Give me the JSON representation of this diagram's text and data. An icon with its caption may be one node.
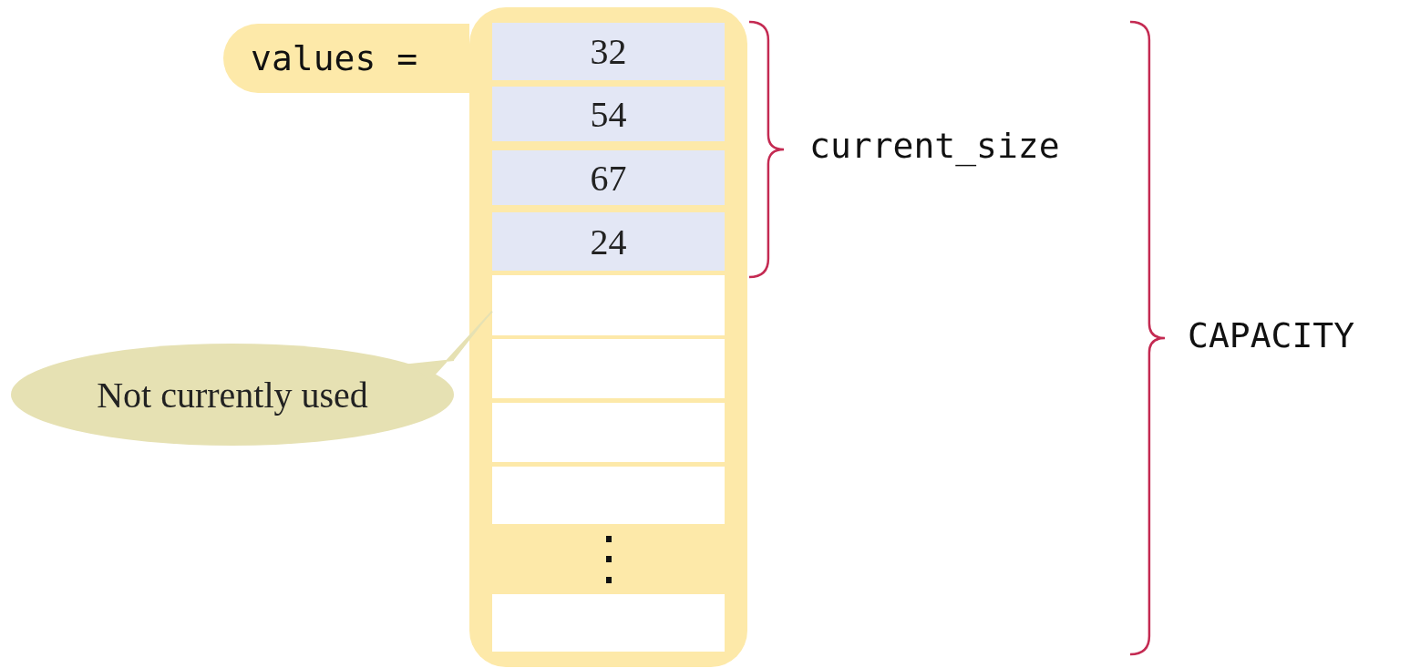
{
  "diagram": {
    "nodes": [
      {
        "text": [
          "values ="
        ]
      },
      {
        "text": [],
        "shape": "box"
      },
      {
        "text": [
          "32"
        ],
        "in": 1
      },
      {
        "text": [
          "54"
        ],
        "in": 1
      },
      {
        "text": [
          "67"
        ],
        "in": 1
      },
      {
        "text": [
          "24"
        ],
        "in": 1
      },
      {
        "text": [],
        "shape": "box",
        "in": 1
      },
      {
        "text": [],
        "shape": "box",
        "in": 1
      },
      {
        "text": [],
        "shape": "box",
        "in": 1
      },
      {
        "text": [],
        "shape": "box",
        "in": 1
      },
      {
        "text": [],
        "shape": "box",
        "in": 1
      },
      {
        "text": [],
        "shape": "box",
        "in": 1
      },
      {
        "text": [
          "Not currently used"
        ]
      }
    ],
    "edges": [
      {
        "from": 12,
        "to": 6,
        "arrow": "none"
      }
    ],
    "labels": [
      "current_size",
      "CAPACITY"
    ]
  }
}
